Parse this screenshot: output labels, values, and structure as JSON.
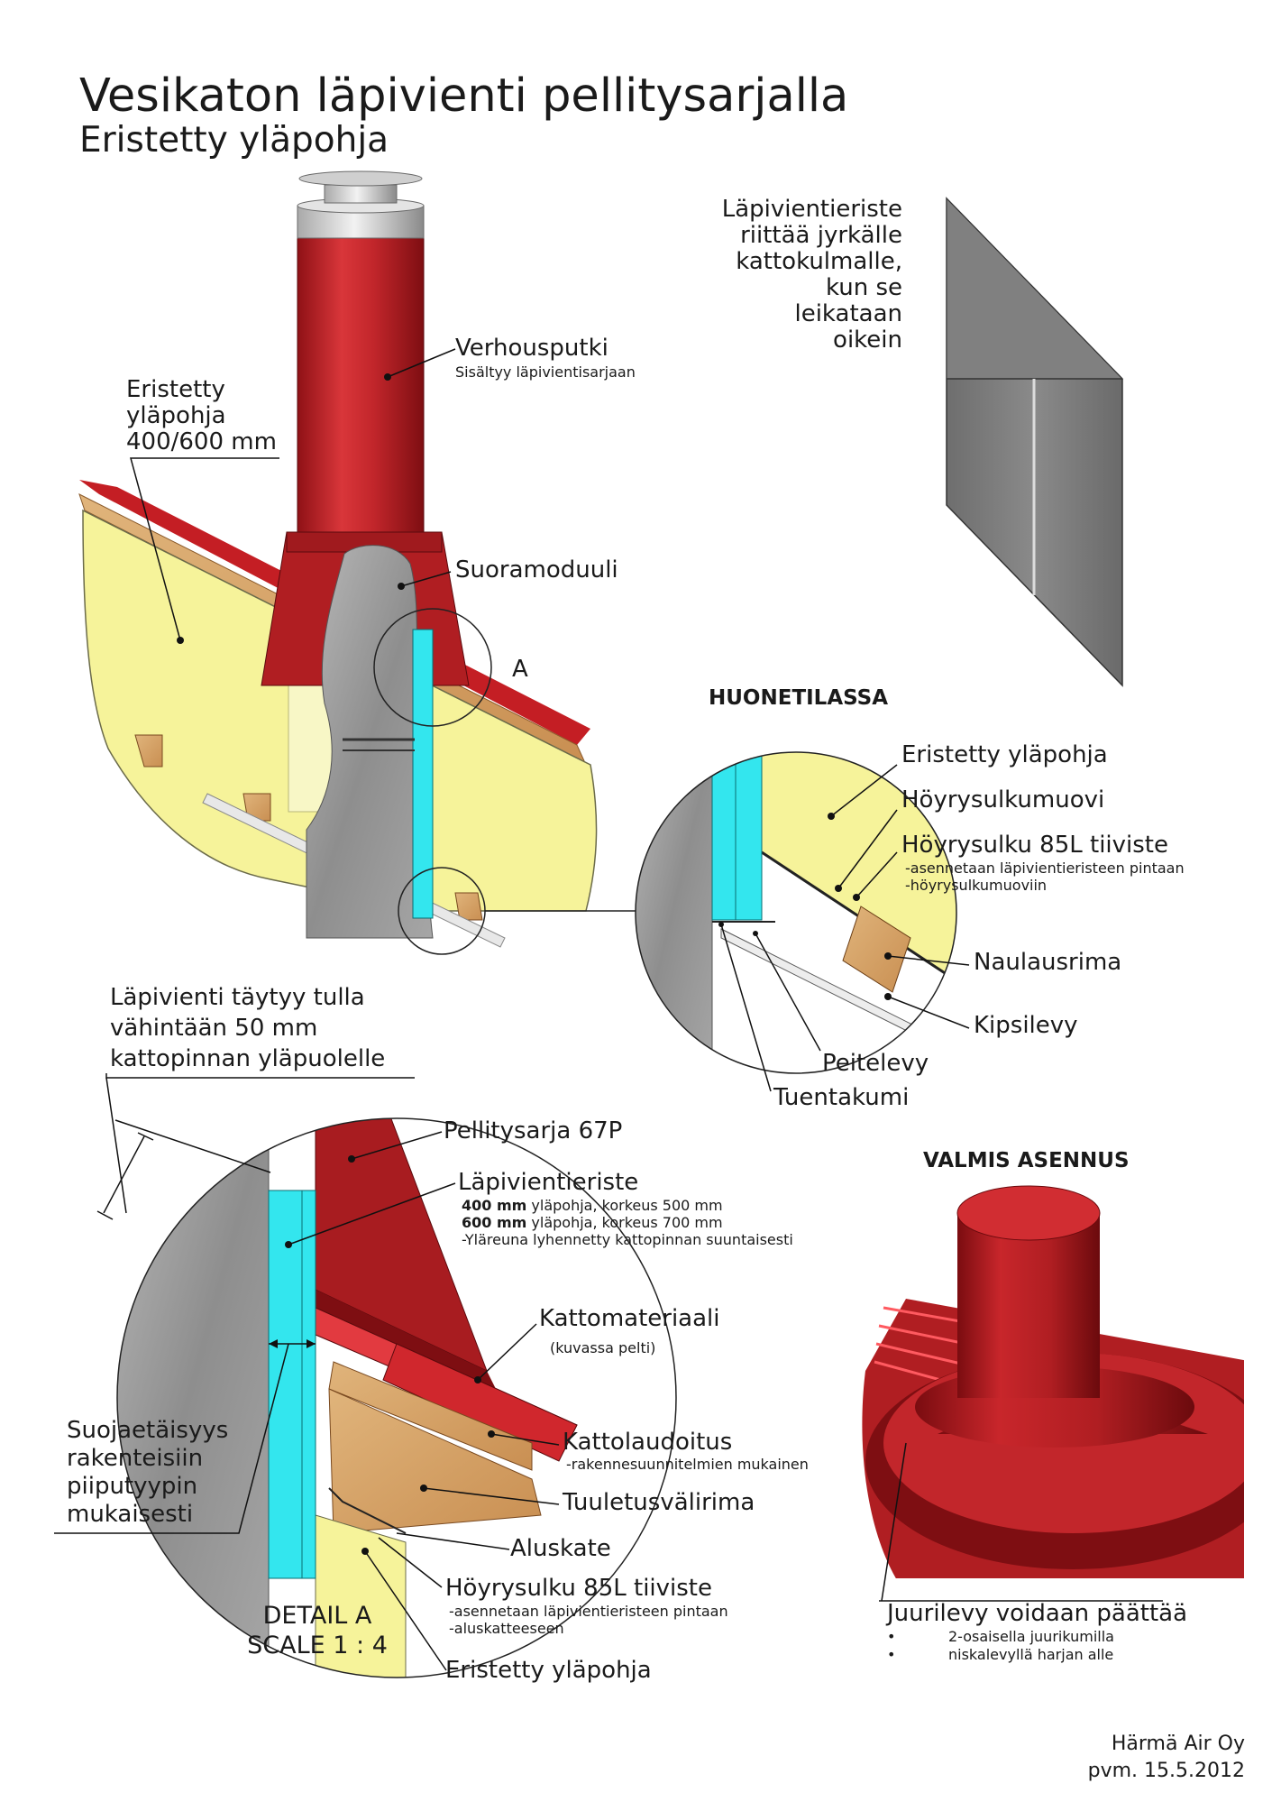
{
  "header": {
    "title": "Vesikaton läpivienti pellitysarjalla",
    "subtitle": "Eristetty yläpohja"
  },
  "main_view": {
    "verhousputki": "Verhousputki",
    "verhousputki_note": "Sisältyy läpivientisarjaan",
    "eristetty_line1": "Eristetty",
    "eristetty_line2": "yläpohja",
    "eristetty_line3": "400/600 mm",
    "suoramoduuli": "Suoramoduuli",
    "detail_marker": "A"
  },
  "note_top_right": {
    "lines": [
      "Läpivientieriste",
      "riittää jyrkälle",
      "kattokulmalle,",
      "kun se",
      "leikataan",
      "oikein"
    ]
  },
  "huonetilassa": {
    "heading": "HUONETILASSA",
    "eristetty": "Eristetty yläpohja",
    "hoyrysulkumuovi": "Höyrysulkumuovi",
    "tiiviste": "Höyrysulku 85L tiiviste",
    "tiiviste_note1": "-asennetaan läpivientieristeen pintaan",
    "tiiviste_note2": "-höyrysulkumuoviin",
    "naulausrima": "Naulausrima",
    "kipsilevy": "Kipsilevy",
    "peitelevy": "Peitelevy",
    "tuentakumi": "Tuentakumi"
  },
  "clearance_note": {
    "lines": [
      "Läpivienti täytyy tulla",
      "vähintään 50 mm",
      "kattopinnan yläpuolelle"
    ]
  },
  "detail_a": {
    "pellitysarja": "Pellitysarja 67P",
    "lapivientieriste": "Läpivientieriste",
    "spec1_bold": "400 mm",
    "spec1_rest": " yläpohja, korkeus 500 mm",
    "spec2_bold": "600 mm",
    "spec2_rest": " yläpohja, korkeus 700 mm",
    "spec3": "-Yläreuna lyhennetty kattopinnan suuntaisesti",
    "kattomateriaali": "Kattomateriaali",
    "kattomateriaali_note": "(kuvassa pelti)",
    "kattolaudoitus": "Kattolaudoitus",
    "kattolaudoitus_note": "-rakennesuunnitelmien mukainen",
    "tuuletusvalirima": "Tuuletusvälirima",
    "aluskate": "Aluskate",
    "tiiviste": "Höyrysulku 85L tiiviste",
    "tiiviste_note1": "-asennetaan läpivientieristeen pintaan",
    "tiiviste_note2": "-aluskatteeseen",
    "eristetty": "Eristetty yläpohja",
    "suoja_lines": [
      "Suojaetäisyys",
      "rakenteisiin",
      "piiputyypin",
      "mukaisesti"
    ],
    "caption_line1": "DETAIL A",
    "caption_line2": "SCALE 1 : 4"
  },
  "valmis": {
    "heading": "VALMIS ASENNUS",
    "juurilevy": "Juurilevy voidaan päättää",
    "bullet1": "2-osaisella juurikumilla",
    "bullet2": "niskalevyllä harjan alle",
    "bullet_symbol": "•"
  },
  "footer": {
    "company": "Härmä Air Oy",
    "date": "pvm. 15.5.2012"
  },
  "colors": {
    "pipe_red": "#c2262b",
    "flashing_red": "#b01e22",
    "insulation_yellow": "#f6f39a",
    "insulation_cyan": "#33e6ee",
    "concrete_grey": "#9c9c9c",
    "wood": "#cf9a5e",
    "steel_grey": "#7d7d7d"
  }
}
